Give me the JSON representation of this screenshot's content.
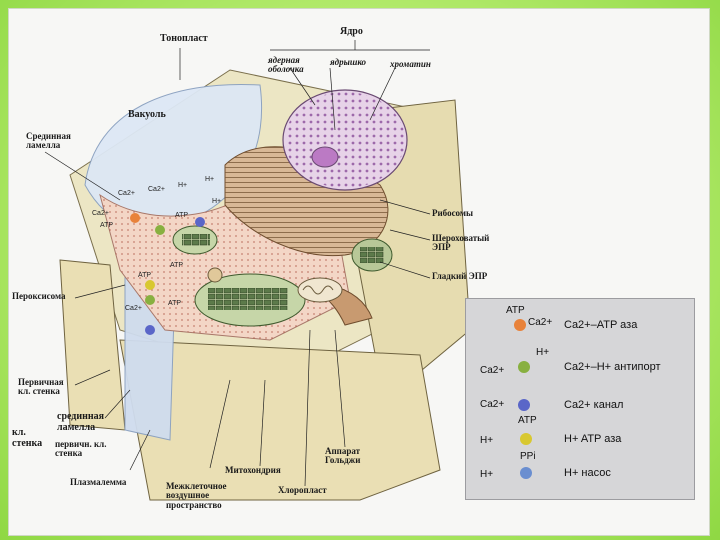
{
  "labels": {
    "tonoplast": "Тонопласт",
    "nucleus": "Ядро",
    "nuclear_envelope": "ядерная\nоболочка",
    "nucleolus": "ядрышко",
    "chromatin": "хроматин",
    "vacuole": "Вакуоль",
    "middle_lamella_top": "Срединная\nламелла",
    "ribosomes": "Рибосомы",
    "rough_er": "Шероховатый\nЭПР",
    "smooth_er": "Гладкий ЭПР",
    "peroxisome": "Пероксисома",
    "primary_wall": "Первичная\nкл. стенка",
    "middle_lamella_bottom": "срединная\nламелла",
    "cell_wall": "кл.\nстенка",
    "primary_wall_short": "первичн. кл.\nстенка",
    "plasmalemma": "Плазмалемма",
    "intercellular_space": "Межклеточное\nвоздушное\nпространство",
    "mitochondrion": "Митохондрия",
    "chloroplast": "Хлоропласт",
    "golgi": "Аппарат\nГольджи"
  },
  "vacuole_ions": [
    "Ca2+",
    "Ca2+",
    "H+",
    "H+",
    "ATP",
    "H+",
    "Ca2+",
    "ATP",
    "ATP",
    "ATP",
    "Ca2+",
    "ATP"
  ],
  "legend": {
    "rows": [
      {
        "name": "Ca2+–ATP аза",
        "species": [
          "ATP",
          "Ca2+"
        ],
        "color": "#e8823a"
      },
      {
        "name": "Ca2+–H+ антипорт",
        "species": [
          "H+",
          "Ca2+"
        ],
        "color": "#88b040"
      },
      {
        "name": "Ca2+ канал",
        "species": [
          "Ca2+"
        ],
        "color": "#5a66c8"
      },
      {
        "name": "H+ ATP аза",
        "species": [
          "ATP",
          "H+"
        ],
        "color": "#d8c830"
      },
      {
        "name": "H+ насос",
        "species": [
          "PPi",
          "H+"
        ],
        "color": "#6a8ed0"
      }
    ]
  }
}
